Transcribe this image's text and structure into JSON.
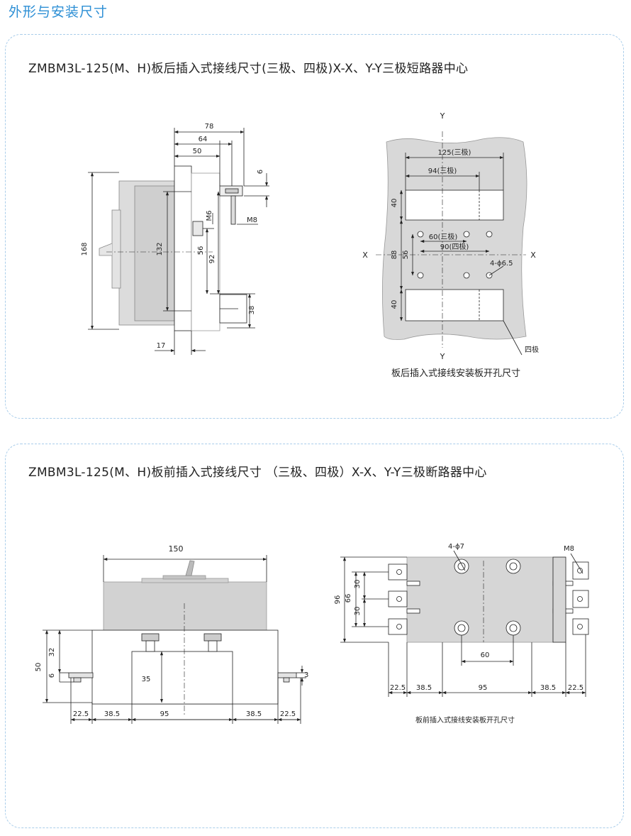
{
  "header": {
    "title": "外形与安装尺寸"
  },
  "section1": {
    "title": "ZMBM3L-125(M、H)板后插入式接线尺寸(三极、四极)X-X、Y-Y三极短路器中心",
    "side_view": {
      "dims": {
        "d78": "78",
        "d64": "64",
        "d50": "50",
        "d6": "6",
        "m6": "M6",
        "m8": "M8",
        "d168": "168",
        "d132": "132",
        "d56": "56",
        "d92": "92",
        "d38": "38",
        "d17": "17"
      }
    },
    "cutout": {
      "y_top": "Y",
      "y_bottom": "Y",
      "x_left": "X",
      "x_right": "X",
      "dims": {
        "d125": "125(三极)",
        "d94": "94(三极)",
        "d40a": "40",
        "d60": "60(三极)",
        "d90": "90(四极)",
        "d88": "88",
        "d56": "56",
        "holes": "4-ϕ6.5",
        "d40b": "40",
        "four_pole": "四极"
      },
      "caption": "板后插入式接线安装板开孔尺寸"
    }
  },
  "section2": {
    "title": "ZMBM3L-125(M、H)板前插入式接线尺寸 （三极、四极）X-X、Y-Y三极断路器中心",
    "front_view": {
      "dims": {
        "d150": "150",
        "d50": "50",
        "d32": "32",
        "d6": "6",
        "d35": "35",
        "d3": "3",
        "d22a": "22.5",
        "d38a": "38.5",
        "d95": "95",
        "d38b": "38.5",
        "d22b": "22.5"
      }
    },
    "plan_view": {
      "dims": {
        "holes": "4-ϕ7",
        "m8": "M8",
        "d96": "96",
        "d66": "66",
        "d30a": "30",
        "d30b": "30",
        "d60": "60",
        "d22a": "22.5",
        "d38a": "38.5",
        "d95": "95",
        "d38b": "38.5",
        "d22b": "22.5"
      },
      "caption": "板前插入式接线安装板开孔尺寸"
    }
  }
}
